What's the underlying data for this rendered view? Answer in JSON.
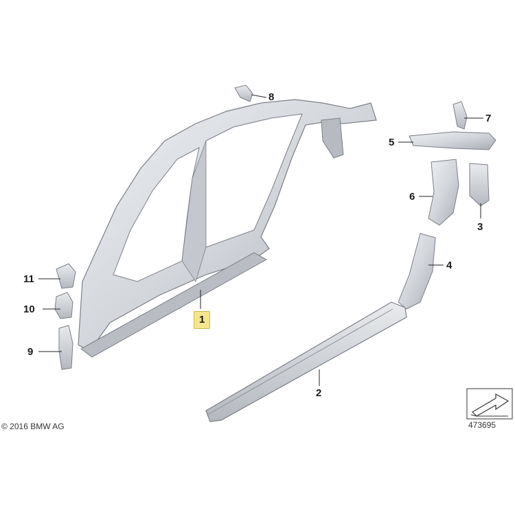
{
  "callouts": [
    {
      "key": "c1",
      "label": "1",
      "highlight": true
    },
    {
      "key": "c2",
      "label": "2"
    },
    {
      "key": "c3",
      "label": "3"
    },
    {
      "key": "c4",
      "label": "4"
    },
    {
      "key": "c5",
      "label": "5"
    },
    {
      "key": "c6",
      "label": "6"
    },
    {
      "key": "c7",
      "label": "7"
    },
    {
      "key": "c8",
      "label": "8"
    },
    {
      "key": "c9",
      "label": "9"
    },
    {
      "key": "c10",
      "label": "10"
    },
    {
      "key": "c11",
      "label": "11"
    }
  ],
  "footer": {
    "copyright": "© 2016 BMW AG",
    "diagram_number": "473695"
  },
  "colors": {
    "metal_light": "#e4e6ea",
    "metal_mid": "#c9ccd2",
    "metal_dark": "#8e9199",
    "outline": "#6f737b",
    "highlight": "#f5e58e"
  },
  "icons": [
    "orientation-arrow-icon"
  ]
}
